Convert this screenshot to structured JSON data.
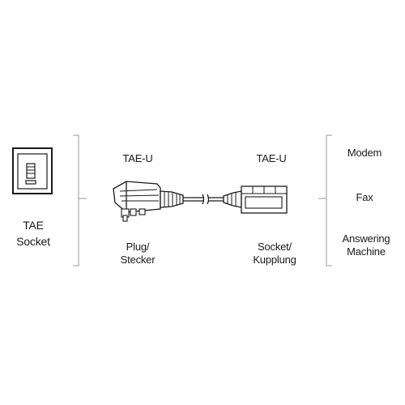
{
  "left": {
    "label_line1": "TAE",
    "label_line2": "Socket"
  },
  "plug": {
    "title": "TAE-U",
    "caption_line1": "Plug/",
    "caption_line2": "Stecker"
  },
  "socket": {
    "title": "TAE-U",
    "caption_line1": "Socket/",
    "caption_line2": "Kupplung"
  },
  "devices": {
    "items": [
      {
        "line1": "Modem",
        "line2": ""
      },
      {
        "line1": "Fax",
        "line2": ""
      },
      {
        "line1": "Answering",
        "line2": "Machine"
      }
    ]
  },
  "colors": {
    "ink": "#1a1a1a",
    "divider": "#9a9a9a"
  }
}
